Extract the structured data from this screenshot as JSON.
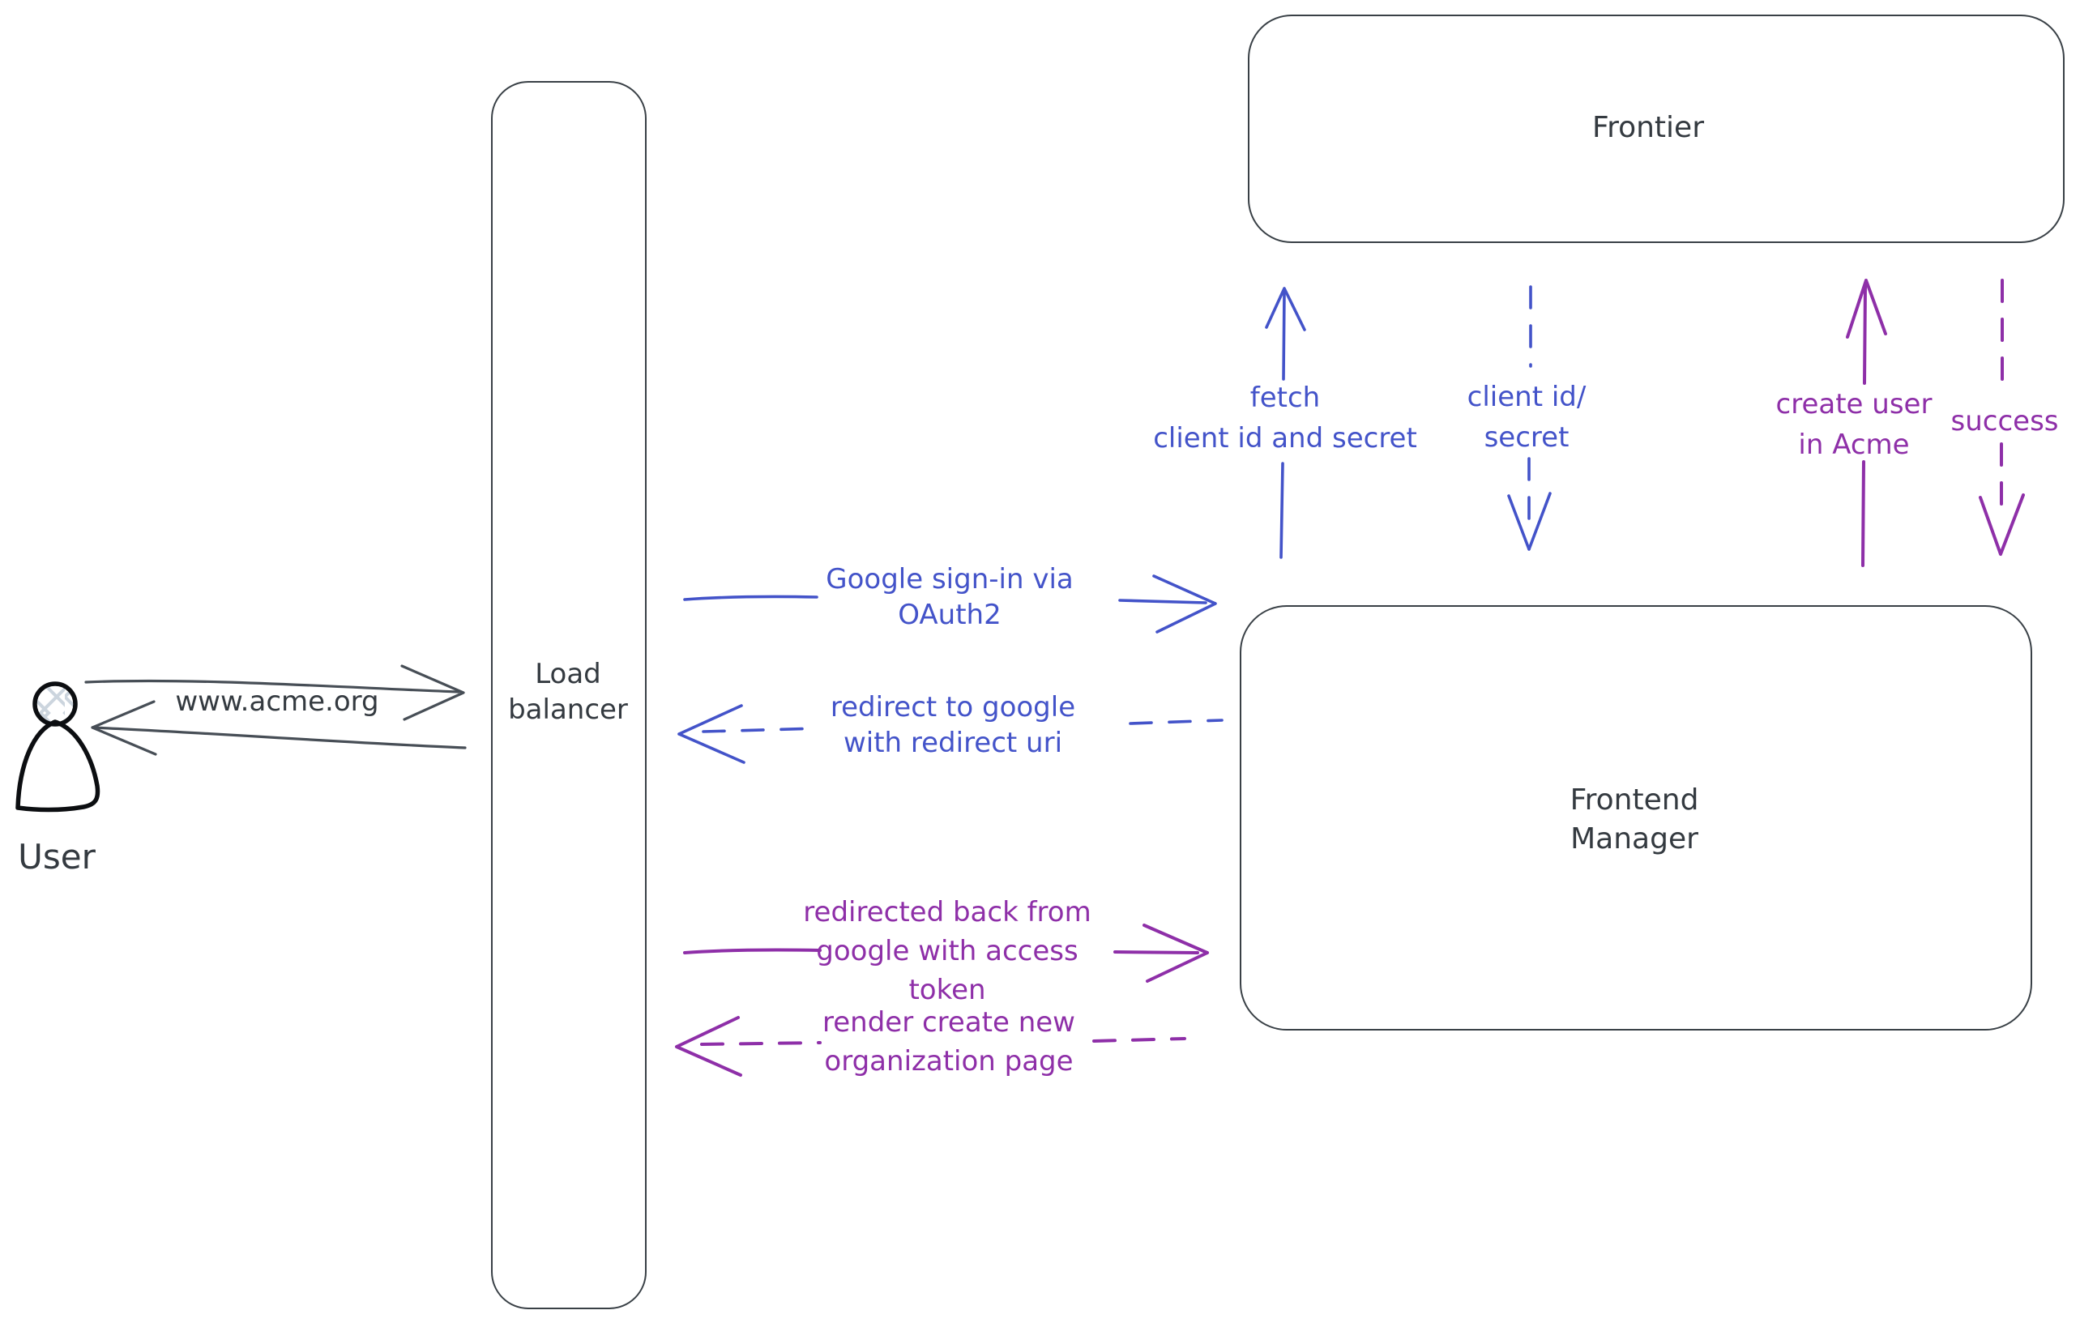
{
  "colors": {
    "ink": "#343a40",
    "blue": "#4353c9",
    "purple": "#8e2fa8",
    "hatch": "#ccd5de",
    "figure": "#0c0e11",
    "background": "#ffffff"
  },
  "nodes": {
    "user": {
      "label": "User"
    },
    "load_balancer": {
      "line1": "Load",
      "line2": "balancer"
    },
    "frontier": {
      "label": "Frontier"
    },
    "frontend_manager": {
      "line1": "Frontend",
      "line2": "Manager"
    }
  },
  "edges": {
    "www_request": {
      "label": "www.acme.org",
      "from": "user",
      "to": "load-balancer",
      "style": "solid",
      "color": "ink"
    },
    "www_response": {
      "label": "",
      "from": "load-balancer",
      "to": "user",
      "style": "solid",
      "color": "ink"
    },
    "google_signin": {
      "line1": "Google sign-in via",
      "line2": "OAuth2",
      "from": "load-balancer",
      "to": "frontend-manager",
      "style": "solid",
      "color": "blue"
    },
    "redirect_to_google": {
      "line1": "redirect to google",
      "line2": "with redirect uri",
      "from": "frontend-manager",
      "to": "load-balancer",
      "style": "dashed",
      "color": "blue"
    },
    "fetch_client_id": {
      "line1": "fetch",
      "line2": "client id and secret",
      "from": "frontend-manager",
      "to": "frontier",
      "style": "solid",
      "color": "blue"
    },
    "client_id_secret": {
      "line1": "client id/",
      "line2": "secret",
      "from": "frontier",
      "to": "frontend-manager",
      "style": "dashed",
      "color": "blue"
    },
    "create_user": {
      "line1": "create user",
      "line2": "in Acme",
      "from": "frontend-manager",
      "to": "frontier",
      "style": "solid",
      "color": "purple"
    },
    "success": {
      "label": "success",
      "from": "frontier",
      "to": "frontend-manager",
      "style": "dashed",
      "color": "purple"
    },
    "redirected_back": {
      "line1": "redirected back from",
      "line2": "google with access",
      "line3": "token",
      "from": "load-balancer",
      "to": "frontend-manager",
      "style": "solid",
      "color": "purple"
    },
    "render_org_page": {
      "line1": "render create new",
      "line2": "organization page",
      "from": "frontend-manager",
      "to": "load-balancer",
      "style": "dashed",
      "color": "purple"
    }
  }
}
